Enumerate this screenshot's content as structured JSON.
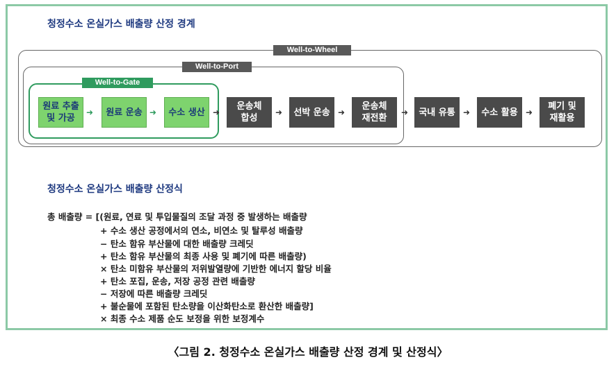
{
  "heading_boundary": "청정수소 온실가스 배출량 산정 경계",
  "scope_labels": {
    "wheel": "Well-to-Wheel",
    "port": "Well-to-Port",
    "gate": "Well-to-Gate"
  },
  "stages": [
    {
      "label": "원료 추출\n및 가공",
      "style": "green"
    },
    {
      "label": "원료 운송",
      "style": "green"
    },
    {
      "label": "수소 생산",
      "style": "green"
    },
    {
      "label": "운송체\n합성",
      "style": "dark"
    },
    {
      "label": "선박 운송",
      "style": "dark"
    },
    {
      "label": "운송체\n재전환",
      "style": "dark"
    },
    {
      "label": "국내 유통",
      "style": "dark"
    },
    {
      "label": "수소 활용",
      "style": "dark"
    },
    {
      "label": "폐기 및\n재활용",
      "style": "dark"
    }
  ],
  "arrow_glyph": "➜",
  "heading_formula": "청정수소 온실가스 배출량 산정식",
  "formula_lines": [
    "총 배출량 = [(원료, 연료 및 투입물질의 조달 과정 중 발생하는 배출량",
    "+ 수소 생산 공정에서의 연소, 비연소 및 탈루성 배출량",
    "− 탄소 함유 부산물에 대한 배출량 크레딧",
    "+ 탄소 함유 부산물의 최종 사용 및 폐기에 따른 배출량)",
    "× 탄소 미함유 부산물의 저위발열량에 기반한 에너지 할당 비율",
    "+ 탄소 포집, 운송, 저장 공정 관련 배출량",
    "− 저장에 따른 배출량 크레딧",
    "+ 불순물에 포함된 탄소량을 이산화탄소로 환산한 배출량]",
    "× 최종 수소 제품 순도 보정을 위한 보정계수"
  ],
  "caption": "〈그림 2. 청정수소 온실가스 배출량 산정 경계 및 산정식〉"
}
